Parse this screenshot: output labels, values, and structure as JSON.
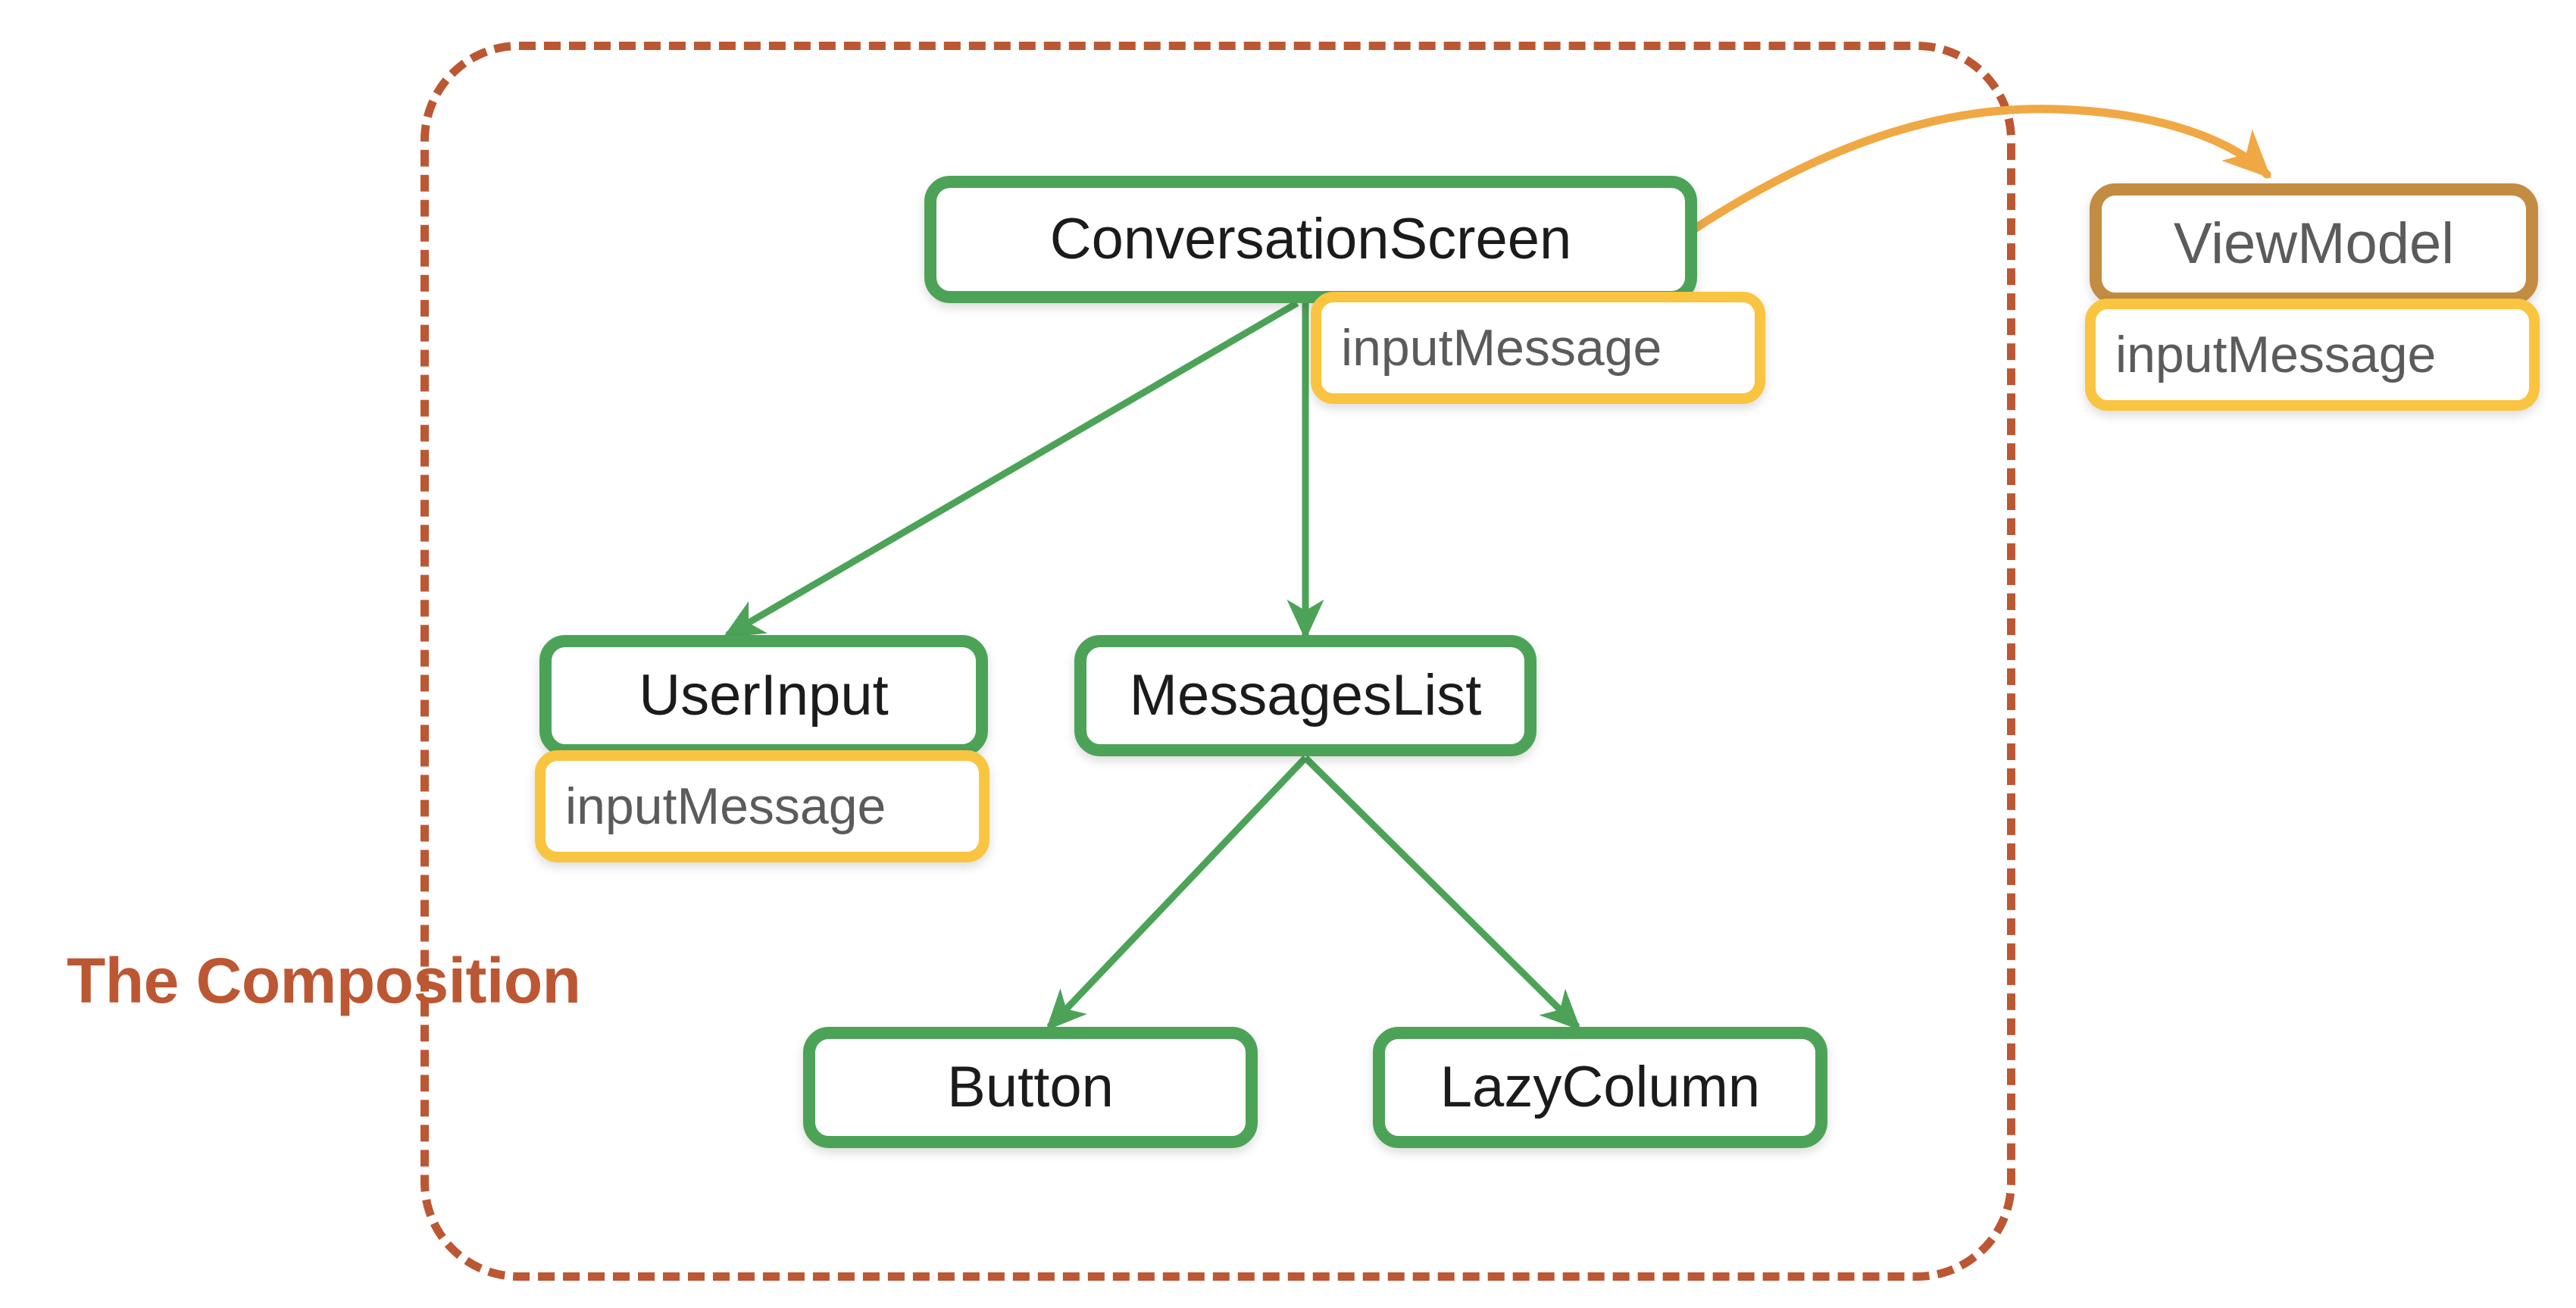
{
  "diagram": {
    "title": "The Composition",
    "boundary_label": "The Composition",
    "colors": {
      "composable_border": "#4CA358",
      "state_border": "#F9C440",
      "viewmodel_border": "#C28C42",
      "boundary_dashed": "#BC5733",
      "arrow_green": "#4CA358",
      "arrow_orange": "#F0A844",
      "node_text": "#1b1b1b",
      "state_text": "#5b5b5b",
      "background": "#ffffff"
    },
    "nodes": {
      "conversation_screen": {
        "label": "ConversationScreen",
        "kind": "composable"
      },
      "conversation_screen_state": {
        "label": "inputMessage",
        "kind": "state"
      },
      "user_input": {
        "label": "UserInput",
        "kind": "composable"
      },
      "user_input_state": {
        "label": "inputMessage",
        "kind": "state"
      },
      "messages_list": {
        "label": "MessagesList",
        "kind": "composable"
      },
      "button": {
        "label": "Button",
        "kind": "composable"
      },
      "lazy_column": {
        "label": "LazyColumn",
        "kind": "composable"
      },
      "view_model": {
        "label": "ViewModel",
        "kind": "viewmodel"
      },
      "view_model_state": {
        "label": "inputMessage",
        "kind": "state"
      }
    },
    "edges": [
      {
        "from": "conversation_screen",
        "to": "user_input",
        "color": "#4CA358",
        "style": "solid"
      },
      {
        "from": "conversation_screen",
        "to": "messages_list",
        "color": "#4CA358",
        "style": "solid"
      },
      {
        "from": "messages_list",
        "to": "button",
        "color": "#4CA358",
        "style": "solid"
      },
      {
        "from": "messages_list",
        "to": "lazy_column",
        "color": "#4CA358",
        "style": "solid"
      },
      {
        "from": "conversation_screen",
        "to": "view_model",
        "color": "#F0A844",
        "style": "curved"
      }
    ]
  }
}
